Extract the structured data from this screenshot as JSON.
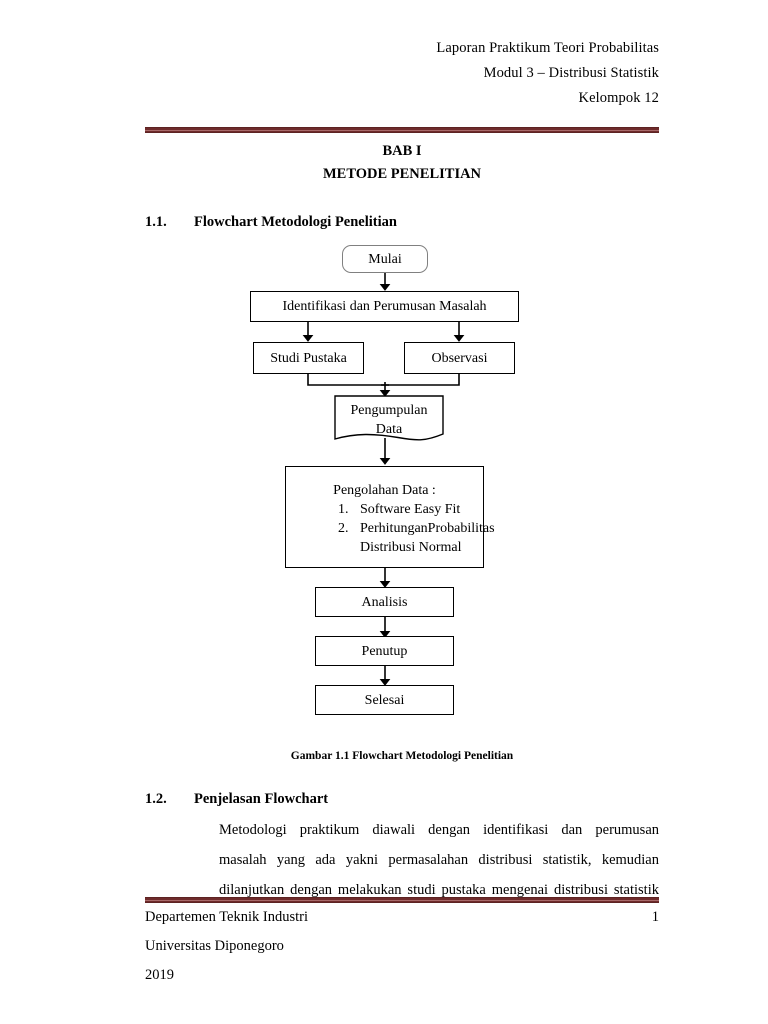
{
  "header": {
    "lines": [
      "Laporan Praktikum Teori Probabilitas",
      "Modul 3 – Distribusi Statistik",
      "Kelompok 12"
    ]
  },
  "title": {
    "chapter": "BAB I",
    "chapter_name": "METODE PENELITIAN"
  },
  "sections": {
    "s1": {
      "number": "1.1.",
      "heading": "Flowchart Metodologi Penelitian"
    },
    "s2": {
      "number": "1.2.",
      "heading": "Penjelasan Flowchart"
    }
  },
  "flowchart": {
    "nodes": {
      "start": "Mulai",
      "identify": "Identifikasi dan Perumusan Masalah",
      "literature": "Studi Pustaka",
      "observation": "Observasi",
      "collect_line1": "Pengumpulan",
      "collect_line2": "Data",
      "processing_title": "Pengolahan Data :",
      "processing_item1_mark": "1.",
      "processing_item1": "Software Easy Fit",
      "processing_item2_mark": "2.",
      "processing_item2_line1": "PerhitunganProbabilitas",
      "processing_item2_line2": "Distribusi Normal",
      "analysis": "Analisis",
      "closing": "Penutup",
      "end": "Selesai"
    },
    "caption": "Gambar 1.1 Flowchart Metodologi Penelitian"
  },
  "body": {
    "paragraph_lines": [
      "Metodologi praktikum diawali dengan identifikasi dan perumusan",
      "masalah yang ada yakni permasalahan distribusi statistik, kemudian",
      "dilanjutkan dengan melakukan studi pustaka mengenai distribusi statistik"
    ]
  },
  "footer": {
    "department": "Departemen Teknik Industri",
    "university": "Universitas Diponegoro",
    "year": "2019",
    "page_number": "1"
  },
  "colors": {
    "rule": "#6e2b2b",
    "text": "#000000",
    "terminator_border": "#808080"
  }
}
